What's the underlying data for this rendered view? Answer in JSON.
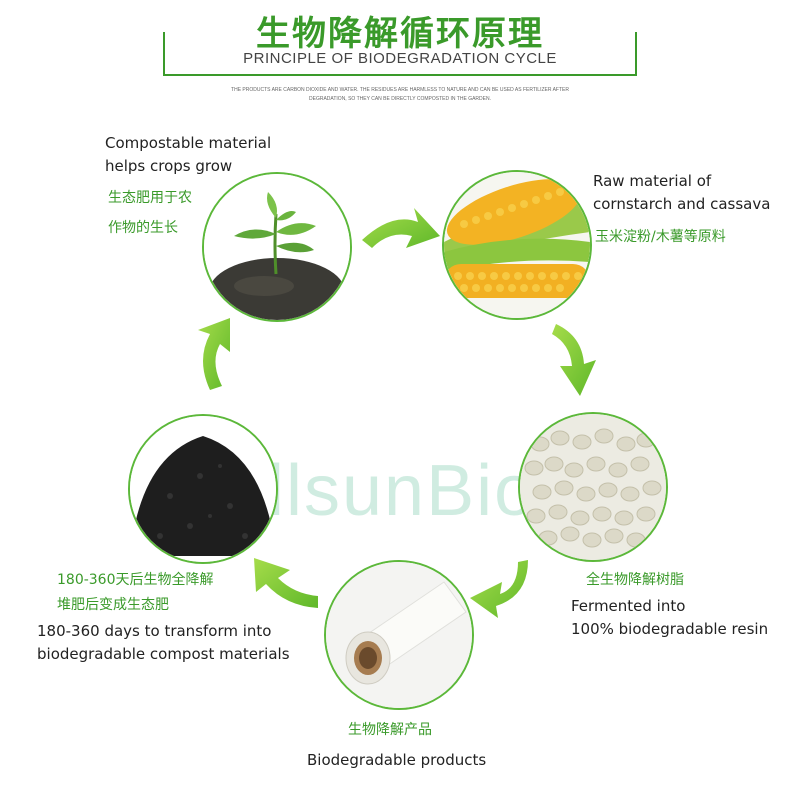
{
  "title": {
    "cn": "生物降解循环原理",
    "en": "PRINCIPLE OF BIODEGRADATION CYCLE",
    "note_line1": "THE PRODUCTS ARE CARBON DIOXIDE AND WATER. THE RESIDUES ARE HARMLESS TO NATURE AND CAN BE USED AS FERTILIZER AFTER",
    "note_line2": "DEGRADATION, SO THEY CAN BE DIRECTLY COMPOSTED IN THE GARDEN."
  },
  "stages": {
    "compost": {
      "en_line1": "Compostable material",
      "en_line2": "helps crops grow",
      "cn_line1": "生态肥用于农",
      "cn_line2": "作物的生长",
      "icon": "seedling-in-soil-icon"
    },
    "raw": {
      "en_line1": "Raw material of",
      "en_line2": "cornstarch and cassava",
      "cn_line1": "玉米淀粉/木薯等原料",
      "icon": "corn-icon"
    },
    "resin": {
      "cn_line1": "全生物降解树脂",
      "en_line1": "Fermented into",
      "en_line2": "100% biodegradable resin",
      "icon": "resin-pellets-icon"
    },
    "products": {
      "cn_line1": "生物降解产品",
      "en_line1": "Biodegradable products",
      "icon": "film-roll-icon"
    },
    "degrade": {
      "cn_line1": "180-360天后生物全降解",
      "cn_line2": "堆肥后变成生态肥",
      "en_line1": "180-360 days to transform into",
      "en_line2": "biodegradable compost materials",
      "icon": "compost-soil-icon"
    }
  },
  "watermark": "FullsunBio",
  "colors": {
    "accent": "#3a9a2a",
    "arrow": "#7bc832"
  }
}
